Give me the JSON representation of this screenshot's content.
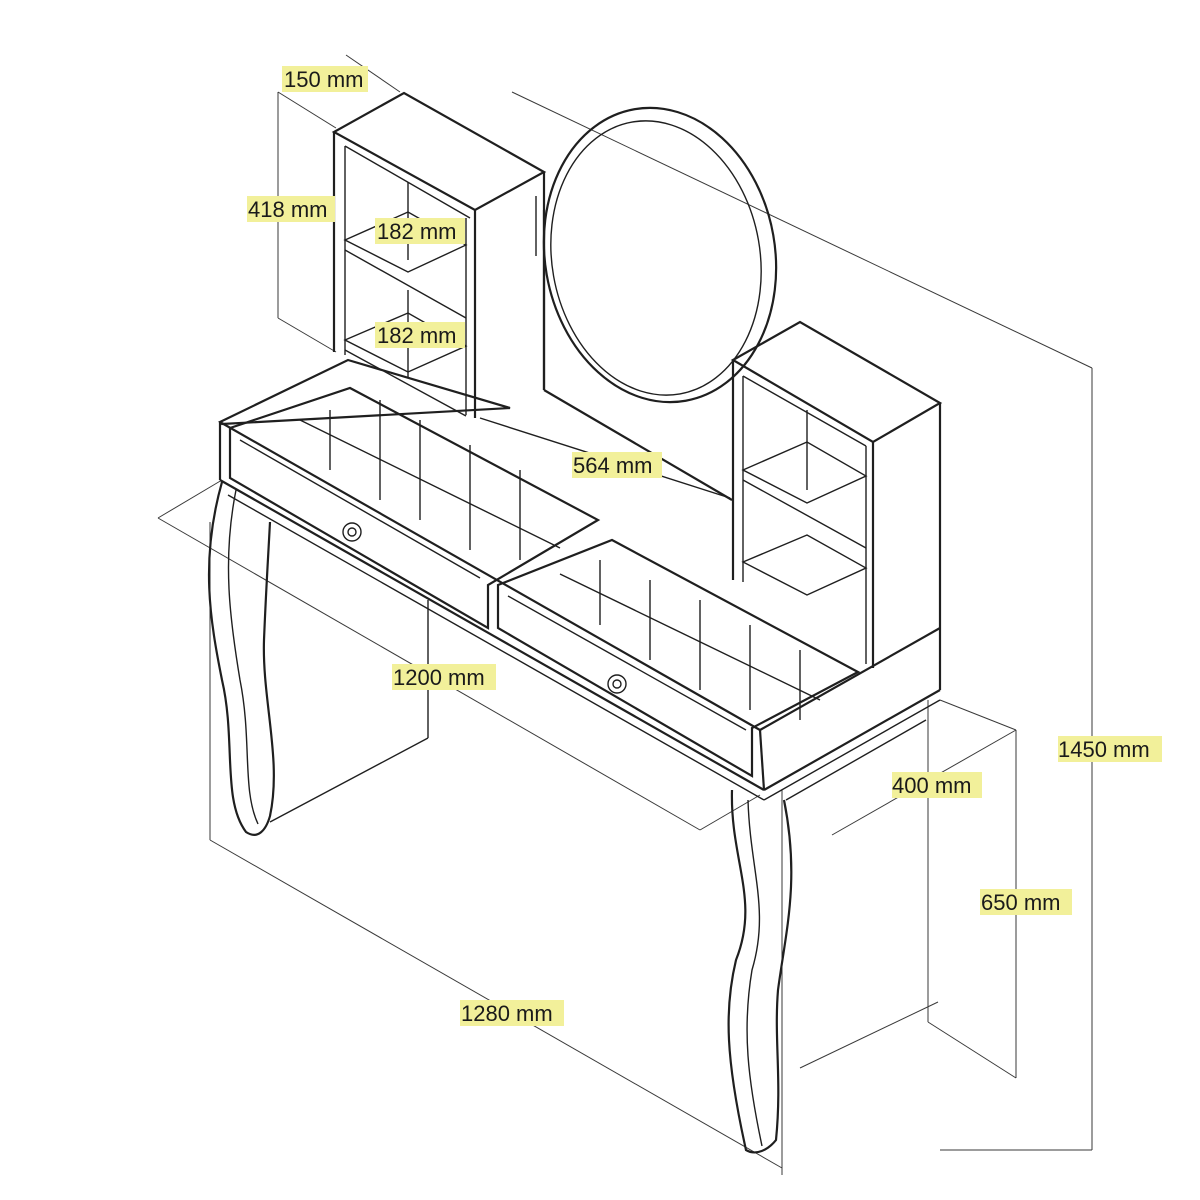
{
  "diagram": {
    "labels": {
      "shelf_depth": "150 mm",
      "shelf_height": "418 mm",
      "shelf_gap_top": "182 mm",
      "shelf_gap_bottom": "182 mm",
      "mirror_width": "564 mm",
      "tabletop_width": "1200 mm",
      "depth": "400 mm",
      "total_height": "1450 mm",
      "table_height": "650 mm",
      "overall_width": "1280 mm"
    },
    "label_color": "#f2f09a",
    "line_color": "#1f1f1f"
  }
}
